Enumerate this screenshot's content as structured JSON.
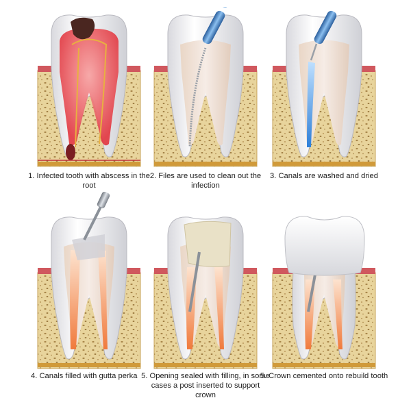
{
  "steps": [
    {
      "caption": "1. Infected tooth with abscess in the root"
    },
    {
      "caption": "2. Files are used to clean out the infection"
    },
    {
      "caption": "3. Canals are washed and dried"
    },
    {
      "caption": "4. Canals filled with gutta perka"
    },
    {
      "caption": "5. Opening sealed with filling, in some cases a post inserted to support crown"
    },
    {
      "caption": "5. Crown cemented onto rebuild tooth"
    }
  ],
  "colors": {
    "bone": "#e8d49c",
    "bone_dots": "#a8864a",
    "gum": "#d0585e",
    "enamel": "#f4f4f6",
    "dentin": "#e6e2e0",
    "infection": "#e2353e",
    "decay": "#4a2620",
    "file_handle": "#4a86c8",
    "wash_liquid": "#3a8fe0",
    "gutta_percha": "#f07a3c",
    "filling": "#e9e1c7",
    "instrument_metal": "#9aa0a8"
  }
}
